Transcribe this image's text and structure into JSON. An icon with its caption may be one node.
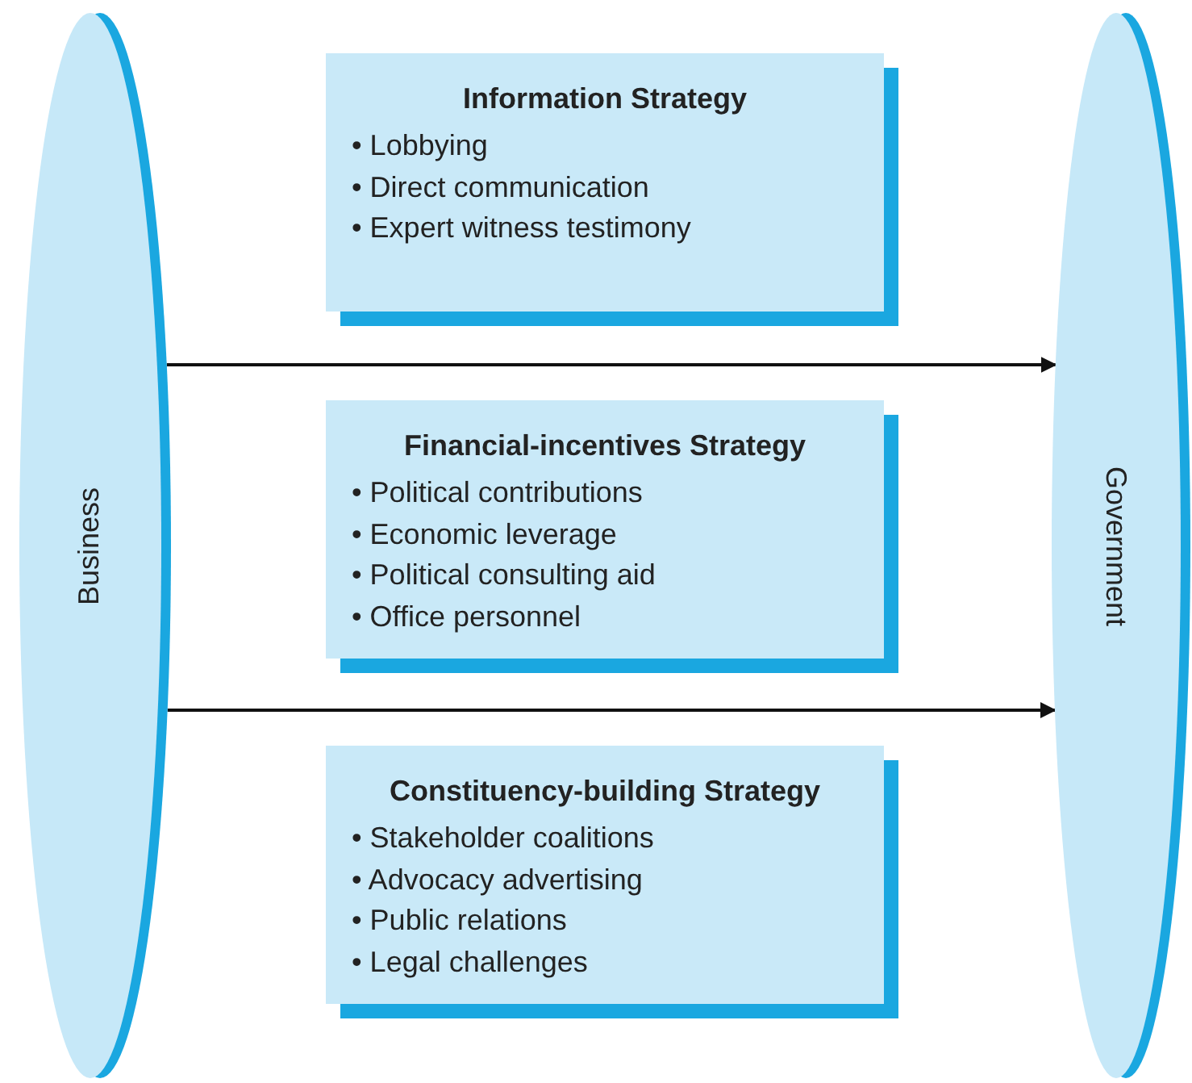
{
  "diagram": {
    "nodes": [
      {
        "text": [
          "Business"
        ]
      },
      {
        "text": [
          "Information Strategy",
          "• Lobbying",
          "• Direct communication",
          "• Expert witness testimony"
        ]
      },
      {
        "text": [
          "Financial-incentives Strategy",
          "• Political contributions",
          "• Economic leverage",
          "• Political consulting aid",
          "• Office personnel"
        ]
      },
      {
        "text": [
          "Constituency-building Strategy",
          "• Stakeholder coalitions",
          "• Advocacy advertising",
          "• Public relations",
          "• Legal challenges"
        ]
      },
      {
        "text": [
          "Government"
        ]
      }
    ],
    "edges": [
      {
        "from": 0,
        "to": 4,
        "arrow": "to"
      },
      {
        "from": 0,
        "to": 4,
        "arrow": "to"
      }
    ]
  }
}
